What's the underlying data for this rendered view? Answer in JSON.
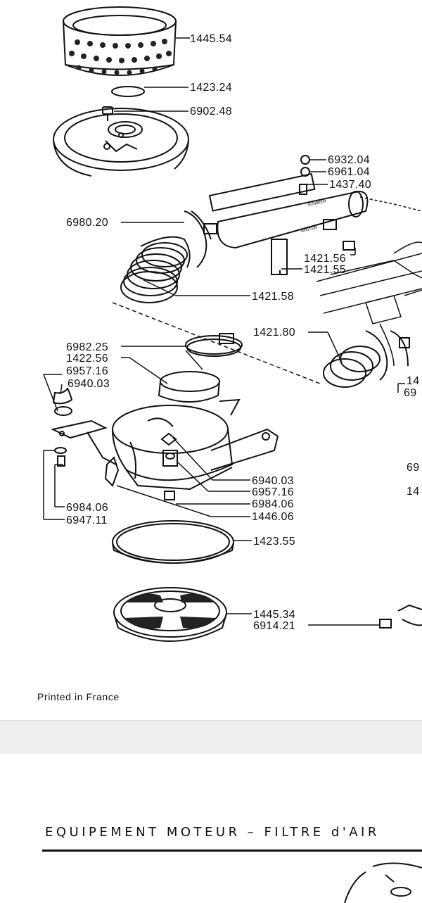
{
  "labels": {
    "l1445_54": "1445.54",
    "l1423_24": "1423.24",
    "l6902_48": "6902.48",
    "l6932_04": "6932.04",
    "l6961_04": "6961.04",
    "l1437_40": "1437.40",
    "l6980_20": "6980.20",
    "l1421_56": "1421.56",
    "l1421_55": "1421.55",
    "l1421_58": "1421.58",
    "l1421_80": "1421.80",
    "l6982_25": "6982.25",
    "l1422_56": "1422.56",
    "l6957_16a": "6957.16",
    "l6940_03a": "6940.03",
    "l6940_03b": "6940.03",
    "l6957_16b": "6957.16",
    "l6984_06a": "6984.06",
    "l6984_06b": "6984.06",
    "l6947_11": "6947.11",
    "l1446_06": "1446.06",
    "l1423_55": "1423.55",
    "l1445_34": "1445.34",
    "l6914_21": "6914.21",
    "r14a": "14",
    "r69a": "69",
    "r69b": "69",
    "r14b": "14",
    "summer": "SUMMER",
    "winter": "WINTER"
  },
  "footer": {
    "printed": "Printed in France"
  },
  "next_page": {
    "header": "EQUIPEMENT  MOTEUR  –  FILTRE d'AIR"
  }
}
